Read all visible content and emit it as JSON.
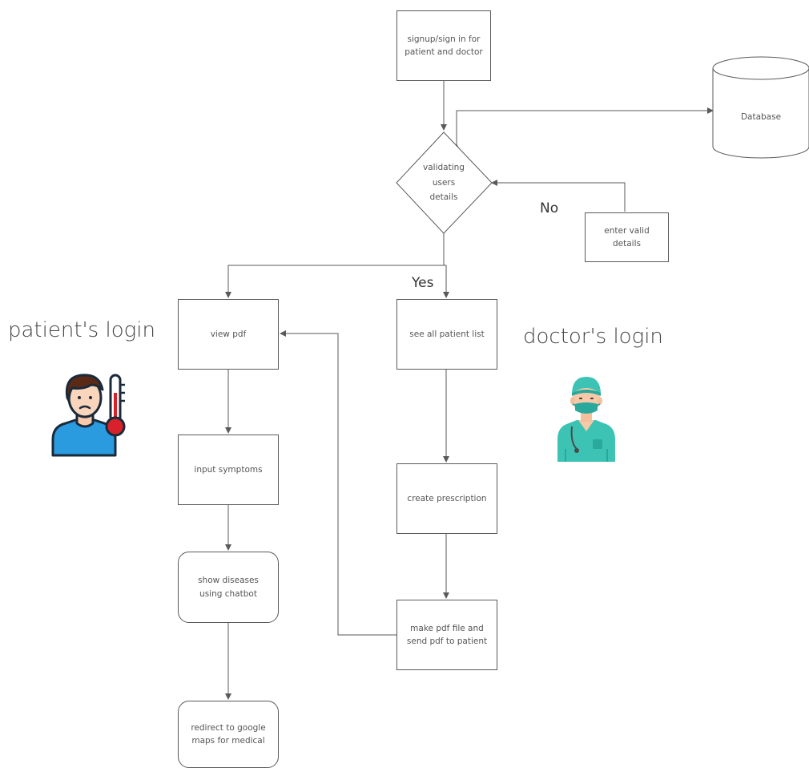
{
  "nodes": {
    "signup": "signup/sign in for\npatient and doctor",
    "database": "Database",
    "validate": "validating\nusers\ndetails",
    "enter_valid": "enter valid\ndetails",
    "view_pdf": "view pdf",
    "see_patients": "see all patient list",
    "input_symptoms": "input symptoms",
    "create_prescription": "create prescription",
    "show_diseases": "show diseases\nusing chatbot",
    "make_pdf": "make pdf file and\nsend pdf to patient",
    "redirect_maps": "redirect to google\nmaps  for medical"
  },
  "edge_labels": {
    "no": "No",
    "yes": "Yes"
  },
  "side_labels": {
    "patient": "patient's login",
    "doctor": "doctor's login"
  },
  "icons": {
    "patient": "sick-patient-with-thermometer-icon",
    "doctor": "doctor-with-mask-icon"
  },
  "colors": {
    "line": "#5a5a5a",
    "box_border": "#5a5a5a",
    "patient_shirt": "#2b9be0",
    "doctor_scrubs": "#3cc3b4",
    "thermometer": "#d8212b"
  }
}
